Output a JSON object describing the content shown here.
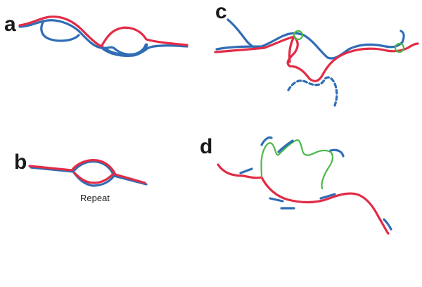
{
  "panels": {
    "a": {
      "label": "a"
    },
    "b": {
      "label": "b",
      "caption": "Repeat"
    },
    "c": {
      "label": "c"
    },
    "d": {
      "label": "d"
    }
  },
  "colors": {
    "strand_blue": "#2f6db5",
    "strand_red": "#e22b45",
    "junction_green": "#4bb84a",
    "background": "#ffffff"
  }
}
